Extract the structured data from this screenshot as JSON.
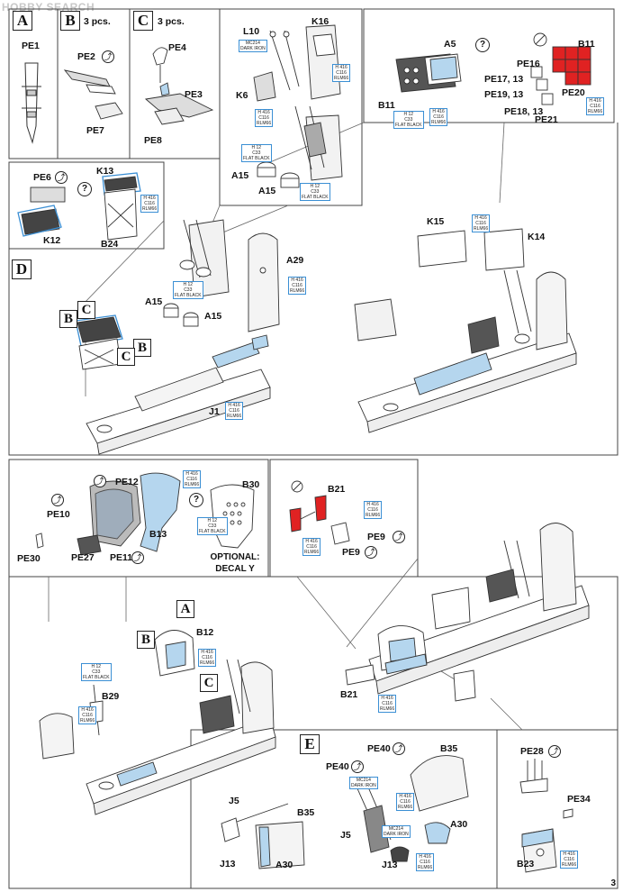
{
  "watermark": "HOBBY SEARCH",
  "page_number": "3",
  "steps": {
    "A": "A",
    "B": "B",
    "C": "C",
    "D": "D",
    "E": "E"
  },
  "step_b_qty": "3 pcs.",
  "step_c_qty": "3 pcs.",
  "parts": {
    "pe1": "PE1",
    "pe2": "PE2",
    "pe7": "PE7",
    "pe4": "PE4",
    "pe3": "PE3",
    "pe8": "PE8",
    "l10": "L10",
    "k16": "K16",
    "k6": "K6",
    "a15": "A15",
    "a5": "A5",
    "b11": "B11",
    "pe16": "PE16",
    "pe17": "PE17, 13",
    "pe19": "PE19, 13",
    "pe20": "PE20",
    "pe18": "PE18, 13",
    "pe21": "PE21",
    "pe6": "PE6",
    "k13": "K13",
    "k12": "K12",
    "b24": "B24",
    "a29": "A29",
    "j1": "J1",
    "k15": "K15",
    "k14": "K14",
    "pe12": "PE12",
    "pe10": "PE10",
    "pe30": "PE30",
    "pe27": "PE27",
    "pe11": "PE11",
    "b13": "B13",
    "b30": "B30",
    "b21": "B21",
    "pe9": "PE9",
    "b12": "B12",
    "b29": "B29",
    "pe40": "PE40",
    "b35": "B35",
    "j5": "J5",
    "j13": "J13",
    "a30": "A30",
    "pe28": "PE28",
    "pe34": "PE34",
    "b23": "B23"
  },
  "optional_line1": "OPTIONAL:",
  "optional_line2": "DECAL Y",
  "paint": {
    "h416_line1": "H 416",
    "h416_line2": "C116",
    "h416_line3": "RLM66",
    "h12_line1": "H 12",
    "h12_line2": "C33",
    "h12_line3": "FLAT BLACK",
    "mc214_line1": "MC214",
    "mc214_line2": "DARK IRON",
    "c116": "C116",
    "rlm66": "RLM66"
  },
  "colors": {
    "paint_box_border": "#3b8fd4",
    "highlight_blue": "#b5d6ee",
    "red_part": "#e02222"
  }
}
